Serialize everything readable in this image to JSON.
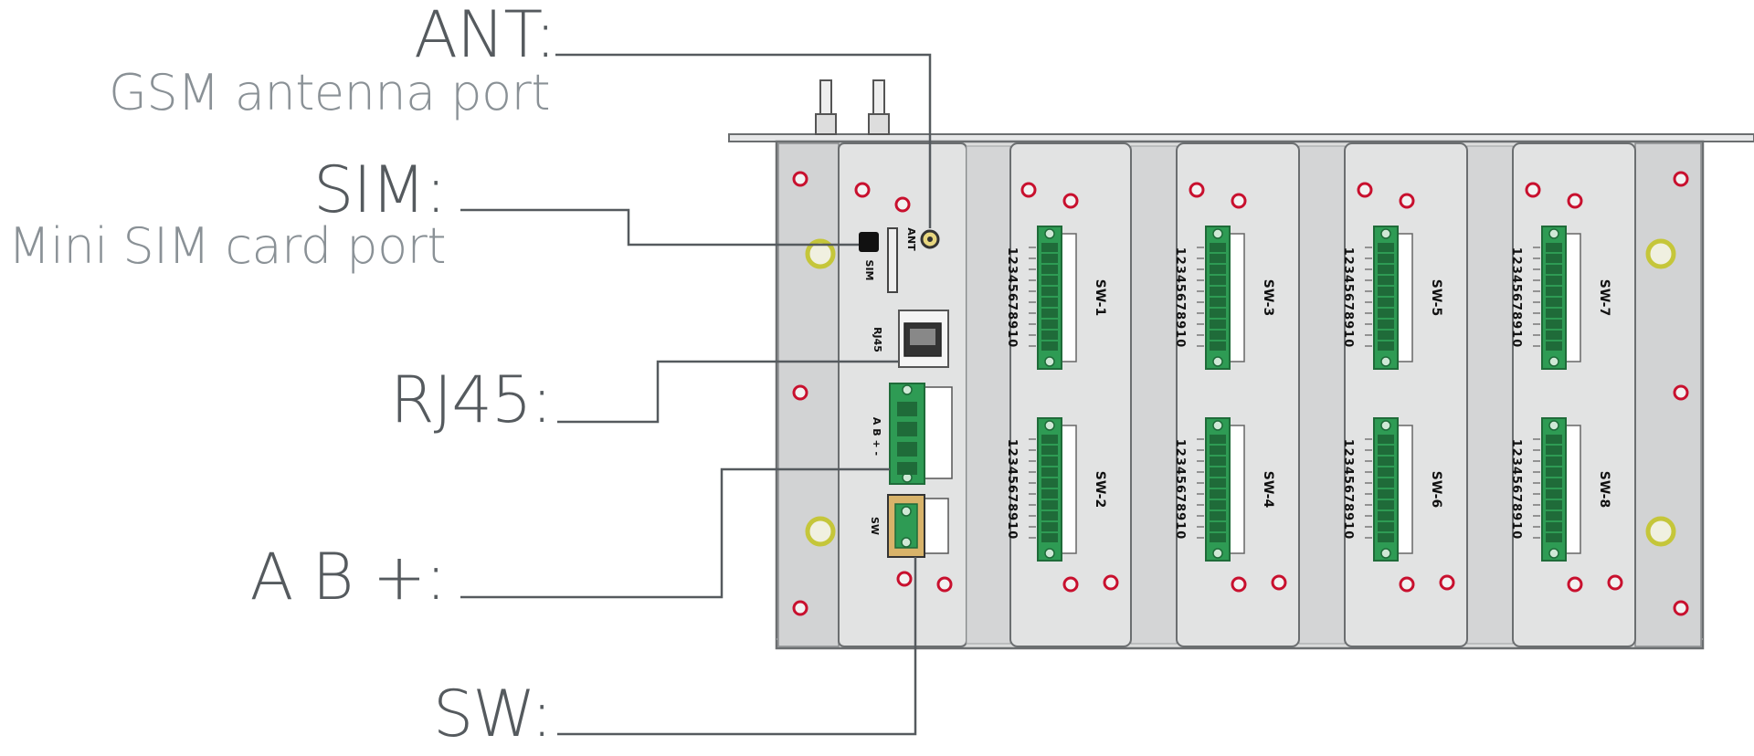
{
  "callouts": {
    "ant": {
      "label": "ANT:",
      "description": "GSM antenna port"
    },
    "sim": {
      "label": "SIM:",
      "description": "Mini SIM card port"
    },
    "rj45": {
      "label": "RJ45:"
    },
    "ab": {
      "label": "A B +:"
    },
    "sw": {
      "label": "SW:"
    }
  },
  "device": {
    "ant_marking": "ANT",
    "sim_marking": "SIM",
    "rj45_marking": "RJ45",
    "ab_marking": "A  B  +  -",
    "sw_marking": "SW",
    "pin_numbers": "12345678910",
    "modules": [
      "SW-1",
      "SW-2",
      "SW-3",
      "SW-4",
      "SW-5",
      "SW-6",
      "SW-7",
      "SW-8"
    ]
  },
  "colors": {
    "enclosure": "#d9dadb",
    "enclosure_edge": "#6b6e70",
    "screw": "#c8102e",
    "terminal_green": "#2e9b54",
    "mount_ring": "#c5c63a",
    "leader": "#555a5e"
  }
}
